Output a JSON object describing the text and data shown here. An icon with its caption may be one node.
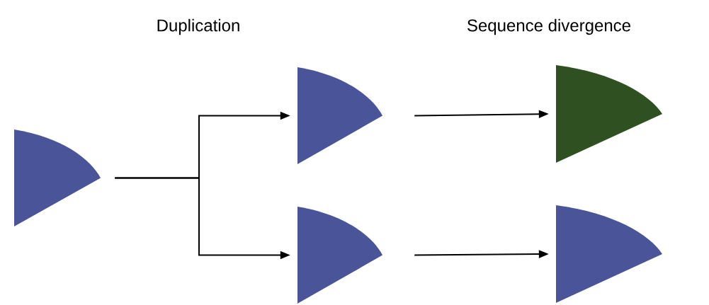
{
  "diagram": {
    "nodes": [
      {
        "text": [],
        "shape": "sector"
      },
      {
        "text": [],
        "shape": "sector"
      },
      {
        "text": [],
        "shape": "sector"
      },
      {
        "text": [],
        "shape": "sector"
      },
      {
        "text": [],
        "shape": "sector"
      }
    ],
    "edges": [
      {
        "from": 0,
        "to": 1,
        "arrow": "to"
      },
      {
        "from": 0,
        "to": 2,
        "arrow": "to"
      },
      {
        "from": 1,
        "to": 3,
        "arrow": "to"
      },
      {
        "from": 2,
        "to": 4,
        "arrow": "to"
      }
    ],
    "labels": [
      "Duplication",
      "Sequence divergence"
    ]
  }
}
